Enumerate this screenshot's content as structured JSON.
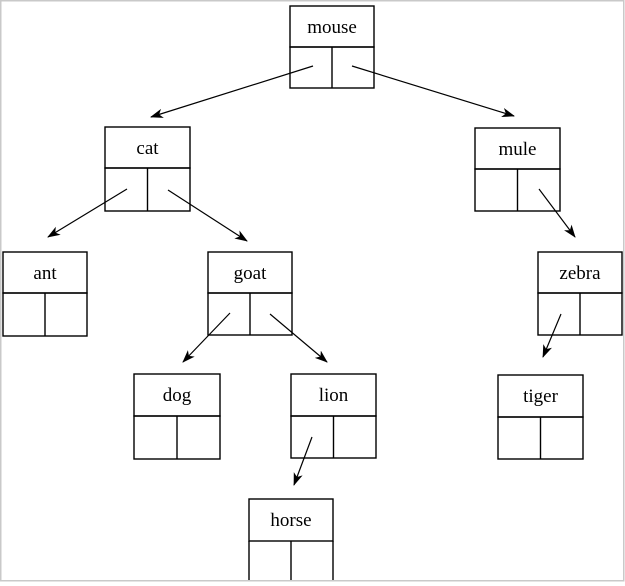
{
  "diagram": {
    "type": "binary-tree",
    "background_color": "#ffffff",
    "line_color": "#000000",
    "frame_color": "#c9c9c9",
    "node_style": "label row above two empty pointer cells",
    "nodes": [
      {
        "label": "mouse",
        "left_child": "cat",
        "right_child": "mule"
      },
      {
        "label": "cat",
        "left_child": "ant",
        "right_child": "goat"
      },
      {
        "label": "mule",
        "left_child": null,
        "right_child": "zebra"
      },
      {
        "label": "ant",
        "left_child": null,
        "right_child": null
      },
      {
        "label": "goat",
        "left_child": "dog",
        "right_child": "lion"
      },
      {
        "label": "zebra",
        "left_child": "tiger",
        "right_child": null
      },
      {
        "label": "dog",
        "left_child": null,
        "right_child": null
      },
      {
        "label": "lion",
        "left_child": "horse",
        "right_child": null
      },
      {
        "label": "tiger",
        "left_child": null,
        "right_child": null
      },
      {
        "label": "horse",
        "left_child": null,
        "right_child": null
      }
    ],
    "edges": [
      {
        "from": "mouse",
        "pointer": "left",
        "to": "cat"
      },
      {
        "from": "mouse",
        "pointer": "right",
        "to": "mule"
      },
      {
        "from": "cat",
        "pointer": "left",
        "to": "ant"
      },
      {
        "from": "cat",
        "pointer": "right",
        "to": "goat"
      },
      {
        "from": "goat",
        "pointer": "left",
        "to": "dog"
      },
      {
        "from": "goat",
        "pointer": "right",
        "to": "lion"
      },
      {
        "from": "mule",
        "pointer": "right",
        "to": "zebra"
      },
      {
        "from": "zebra",
        "pointer": "left",
        "to": "tiger"
      },
      {
        "from": "lion",
        "pointer": "left",
        "to": "horse"
      }
    ]
  }
}
